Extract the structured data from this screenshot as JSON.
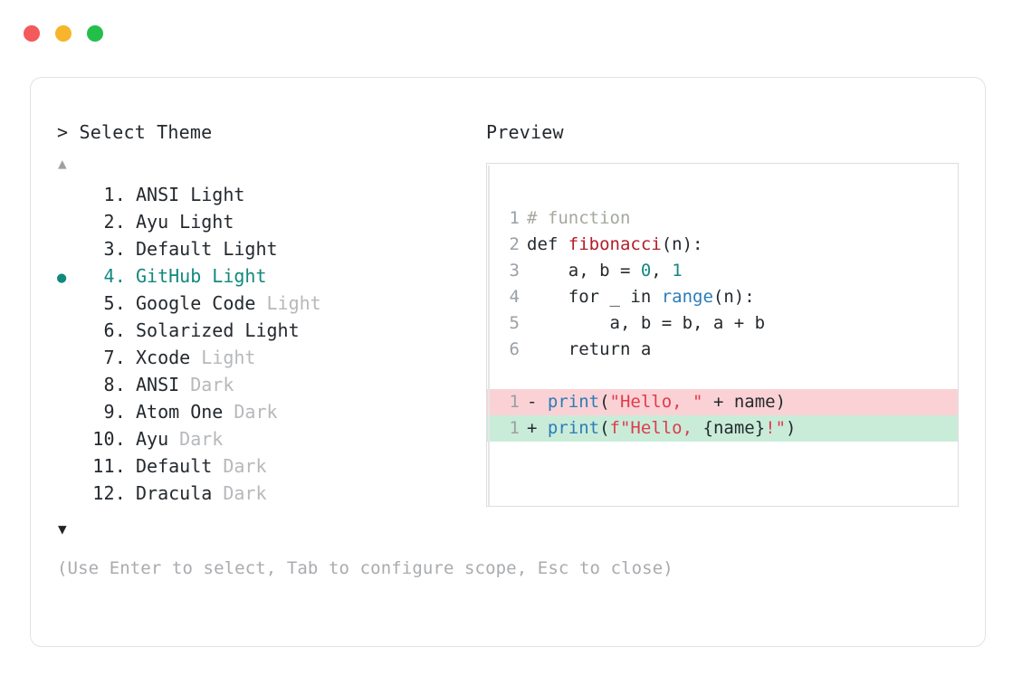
{
  "window": {
    "dots": [
      {
        "name": "close",
        "color": "#f4595b"
      },
      {
        "name": "minimize",
        "color": "#f7b52c"
      },
      {
        "name": "maximize",
        "color": "#24bf4a"
      }
    ]
  },
  "left": {
    "prompt_symbol": "> ",
    "title": "Select Theme",
    "scroll_up_icon": "▲",
    "scroll_down_icon": "▼",
    "selected_bullet": "●",
    "themes": [
      {
        "index": " 1.",
        "name": "ANSI",
        "variant": "Light",
        "variant_muted": false,
        "selected": false
      },
      {
        "index": " 2.",
        "name": "Ayu",
        "variant": "Light",
        "variant_muted": false,
        "selected": false
      },
      {
        "index": " 3.",
        "name": "Default",
        "variant": "Light",
        "variant_muted": false,
        "selected": false
      },
      {
        "index": " 4.",
        "name": "GitHub",
        "variant": "Light",
        "variant_muted": false,
        "selected": true
      },
      {
        "index": " 5.",
        "name": "Google Code",
        "variant": "Light",
        "variant_muted": true,
        "selected": false
      },
      {
        "index": " 6.",
        "name": "Solarized",
        "variant": "Light",
        "variant_muted": false,
        "selected": false
      },
      {
        "index": " 7.",
        "name": "Xcode",
        "variant": "Light",
        "variant_muted": true,
        "selected": false
      },
      {
        "index": " 8.",
        "name": "ANSI",
        "variant": "Dark",
        "variant_muted": true,
        "selected": false
      },
      {
        "index": " 9.",
        "name": "Atom One",
        "variant": "Dark",
        "variant_muted": true,
        "selected": false
      },
      {
        "index": "10.",
        "name": "Ayu",
        "variant": "Dark",
        "variant_muted": true,
        "selected": false
      },
      {
        "index": "11.",
        "name": "Default",
        "variant": "Dark",
        "variant_muted": true,
        "selected": false
      },
      {
        "index": "12.",
        "name": "Dracula",
        "variant": "Dark",
        "variant_muted": true,
        "selected": false
      }
    ],
    "hint": "(Use Enter to select, Tab to configure scope, Esc to close)"
  },
  "right": {
    "title": "Preview",
    "code_lines": [
      {
        "type": "code",
        "ln": "1",
        "tokens": [
          {
            "t": "# function",
            "c": "comment"
          }
        ]
      },
      {
        "type": "code",
        "ln": "2",
        "tokens": [
          {
            "t": "def ",
            "c": "keyword"
          },
          {
            "t": "fibonacci",
            "c": "func"
          },
          {
            "t": "(n):",
            "c": "plain"
          }
        ]
      },
      {
        "type": "code",
        "ln": "3",
        "tokens": [
          {
            "t": "    a, b = ",
            "c": "plain"
          },
          {
            "t": "0",
            "c": "number"
          },
          {
            "t": ", ",
            "c": "plain"
          },
          {
            "t": "1",
            "c": "number"
          }
        ]
      },
      {
        "type": "code",
        "ln": "4",
        "tokens": [
          {
            "t": "    for _ in ",
            "c": "plain"
          },
          {
            "t": "range",
            "c": "builtin"
          },
          {
            "t": "(n):",
            "c": "plain"
          }
        ]
      },
      {
        "type": "code",
        "ln": "5",
        "tokens": [
          {
            "t": "        a, b = b, a + b",
            "c": "plain"
          }
        ]
      },
      {
        "type": "code",
        "ln": "6",
        "tokens": [
          {
            "t": "    return a",
            "c": "plain"
          }
        ]
      },
      {
        "type": "blank"
      },
      {
        "type": "code",
        "ln": "1",
        "diff": "del",
        "tokens": [
          {
            "t": "- ",
            "c": "sign"
          },
          {
            "t": "print",
            "c": "call"
          },
          {
            "t": "(",
            "c": "plain"
          },
          {
            "t": "\"Hello, \"",
            "c": "string"
          },
          {
            "t": " + name)",
            "c": "plain"
          }
        ]
      },
      {
        "type": "code",
        "ln": "1",
        "diff": "add",
        "tokens": [
          {
            "t": "+ ",
            "c": "sign"
          },
          {
            "t": "print",
            "c": "call"
          },
          {
            "t": "(",
            "c": "plain"
          },
          {
            "t": "f\"Hello, ",
            "c": "string"
          },
          {
            "t": "{name}",
            "c": "plain"
          },
          {
            "t": "!\"",
            "c": "string"
          },
          {
            "t": ")",
            "c": "plain"
          }
        ]
      }
    ]
  },
  "colors": {
    "accent_teal": "#12897e",
    "muted_text": "#b6b8bb",
    "hint_text": "#a9abae",
    "diff_add_bg": "#c9ecd9",
    "diff_del_bg": "#fad2d5",
    "string_red": "#e03a4e",
    "func_red": "#b31d28",
    "builtin_blue": "#2b7cb8",
    "comment_gray": "#a4a99e",
    "border": "#e2e2e4"
  }
}
